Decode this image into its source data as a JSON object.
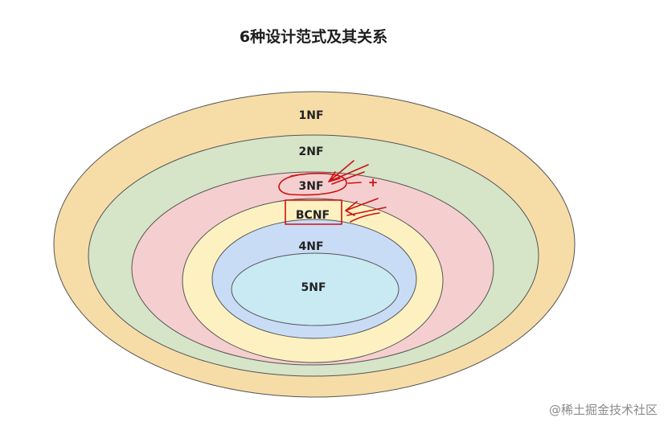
{
  "title": "6种设计范式及其关系",
  "levels": [
    {
      "label": "1NF",
      "fill": "#f6dda7"
    },
    {
      "label": "2NF",
      "fill": "#d6e4c8"
    },
    {
      "label": "3NF",
      "fill": "#f5cfcf"
    },
    {
      "label": "BCNF",
      "fill": "#fdf1c2"
    },
    {
      "label": "4NF",
      "fill": "#c9dcf6"
    },
    {
      "label": "5NF",
      "fill": "#c9e9f3"
    }
  ],
  "annotation": {
    "color": "#cc1111",
    "plus": "+"
  },
  "watermark": "@稀土掘金技术社区"
}
